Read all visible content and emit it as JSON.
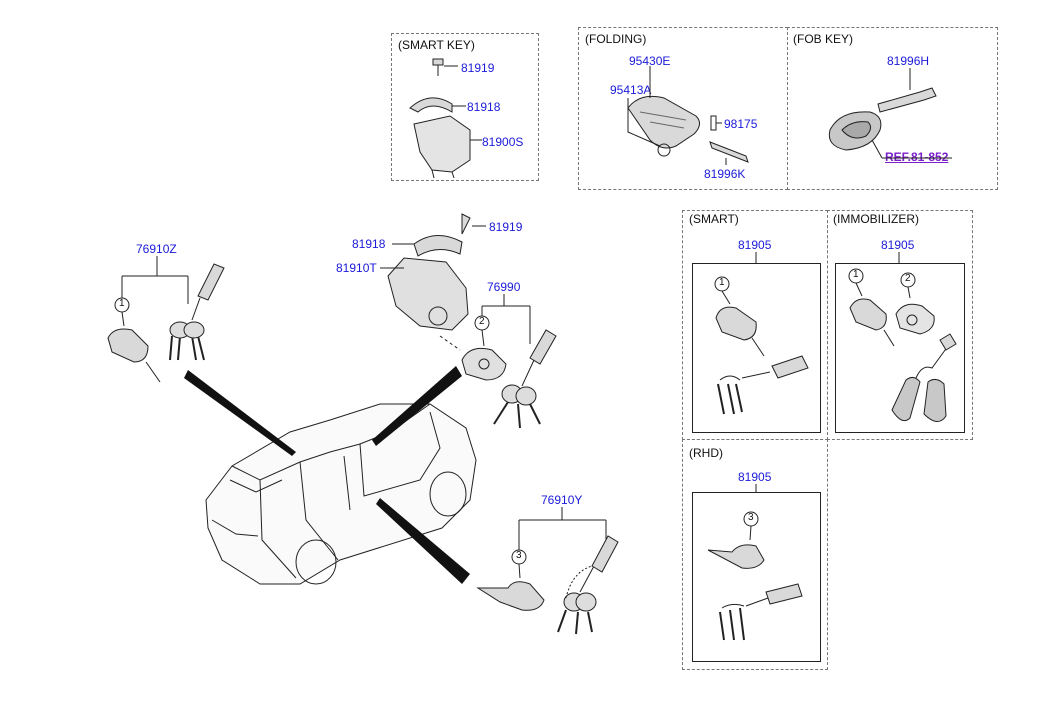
{
  "panels": {
    "smart_key": {
      "title": "(SMART KEY)",
      "parts": [
        "81919",
        "81918",
        "81900S"
      ]
    },
    "folding": {
      "title": "(FOLDING)",
      "parts": [
        "95430E",
        "95413A",
        "98175",
        "81996K"
      ]
    },
    "fob_key": {
      "title": "(FOB KEY)",
      "part": "81996H",
      "ref": "REF.81-852"
    },
    "smart": {
      "title": "(SMART)",
      "part": "81905",
      "callouts": [
        "1"
      ]
    },
    "immobilizer": {
      "title": "(IMMOBILIZER)",
      "part": "81905",
      "callouts": [
        "1",
        "2"
      ]
    },
    "rhd": {
      "title": "(RHD)",
      "part": "81905",
      "callouts": [
        "3"
      ]
    }
  },
  "main": {
    "door_set_left": {
      "part": "76910Z",
      "callout": "1"
    },
    "ignition": {
      "parts": [
        "81919",
        "81918",
        "81910T"
      ]
    },
    "tailgate_set": {
      "part": "76990",
      "callout": "2"
    },
    "door_set_right": {
      "part": "76910Y",
      "callout": "3"
    }
  },
  "colors": {
    "part_number": "#1a1ad8",
    "reference": "#7a1fc9",
    "line": "#222222",
    "part_fill": "#d9d9d9"
  }
}
